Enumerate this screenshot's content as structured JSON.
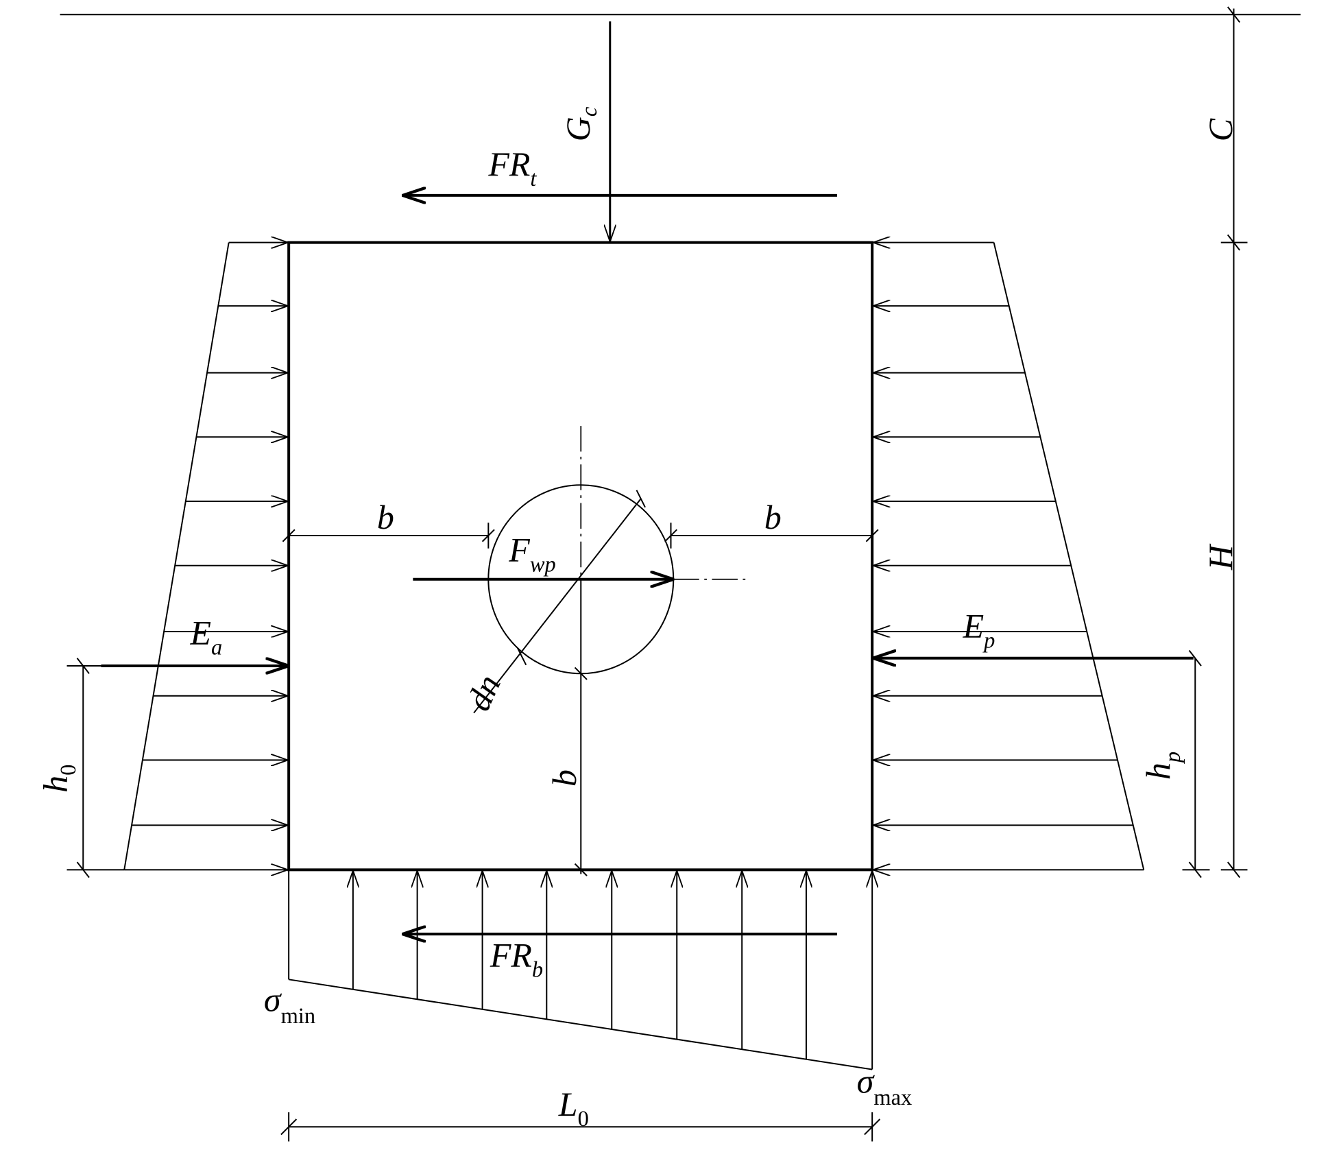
{
  "labels": {
    "Gc": {
      "main": "G",
      "sub": "c"
    },
    "FRt": {
      "main": "FR",
      "sub": "t"
    },
    "FRb": {
      "main": "FR",
      "sub": "b"
    },
    "Fwp": {
      "main": "F",
      "sub": "wp"
    },
    "Ea": {
      "main": "E",
      "sub": "a"
    },
    "Ep": {
      "main": "E",
      "sub": "p"
    },
    "dn": "dn",
    "b_left": "b",
    "b_right": "b",
    "b_vertical": "b",
    "h0": {
      "main": "h",
      "sub": "0"
    },
    "hp": {
      "main": "h",
      "sub": "p"
    },
    "C": "C",
    "H": "H",
    "sigma_min": {
      "main": "σ",
      "sub": "min"
    },
    "sigma_max": {
      "main": "σ",
      "sub": "max"
    },
    "L0": {
      "main": "L",
      "sub": "0"
    }
  }
}
